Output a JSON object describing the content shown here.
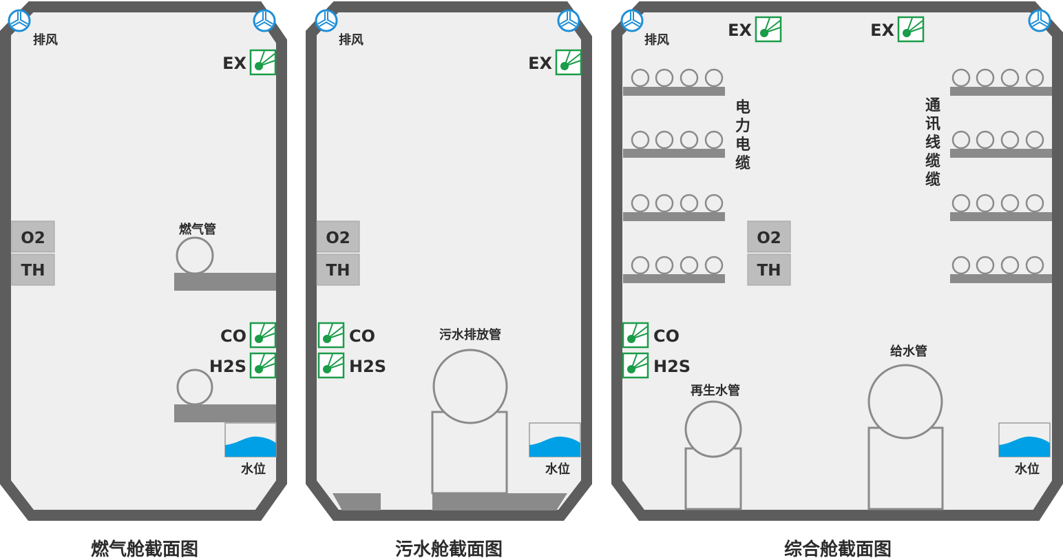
{
  "colors": {
    "wall": "#5e5d5e",
    "fill": "#efefef",
    "fan": "#1e8fd6",
    "sensor": "#1a9c48",
    "water": "#00a0e6",
    "shelf": "#8a8a8a"
  },
  "labels": {
    "exhaust": "排风",
    "ex": "EX",
    "co": "CO",
    "h2s": "H2S",
    "o2": "O2",
    "th": "TH",
    "water_level": "水位"
  },
  "panels": [
    {
      "caption": "燃气舱截面图",
      "pipe_label": "燃气管"
    },
    {
      "caption": "污水舱截面图",
      "pipe_label": "污水排放管"
    },
    {
      "caption": "综合舱截面图",
      "power_cable": "电力电缆",
      "comm_cable": "通讯线缆缆",
      "reclaimed_pipe": "再生水管",
      "supply_pipe": "给水管"
    }
  ]
}
